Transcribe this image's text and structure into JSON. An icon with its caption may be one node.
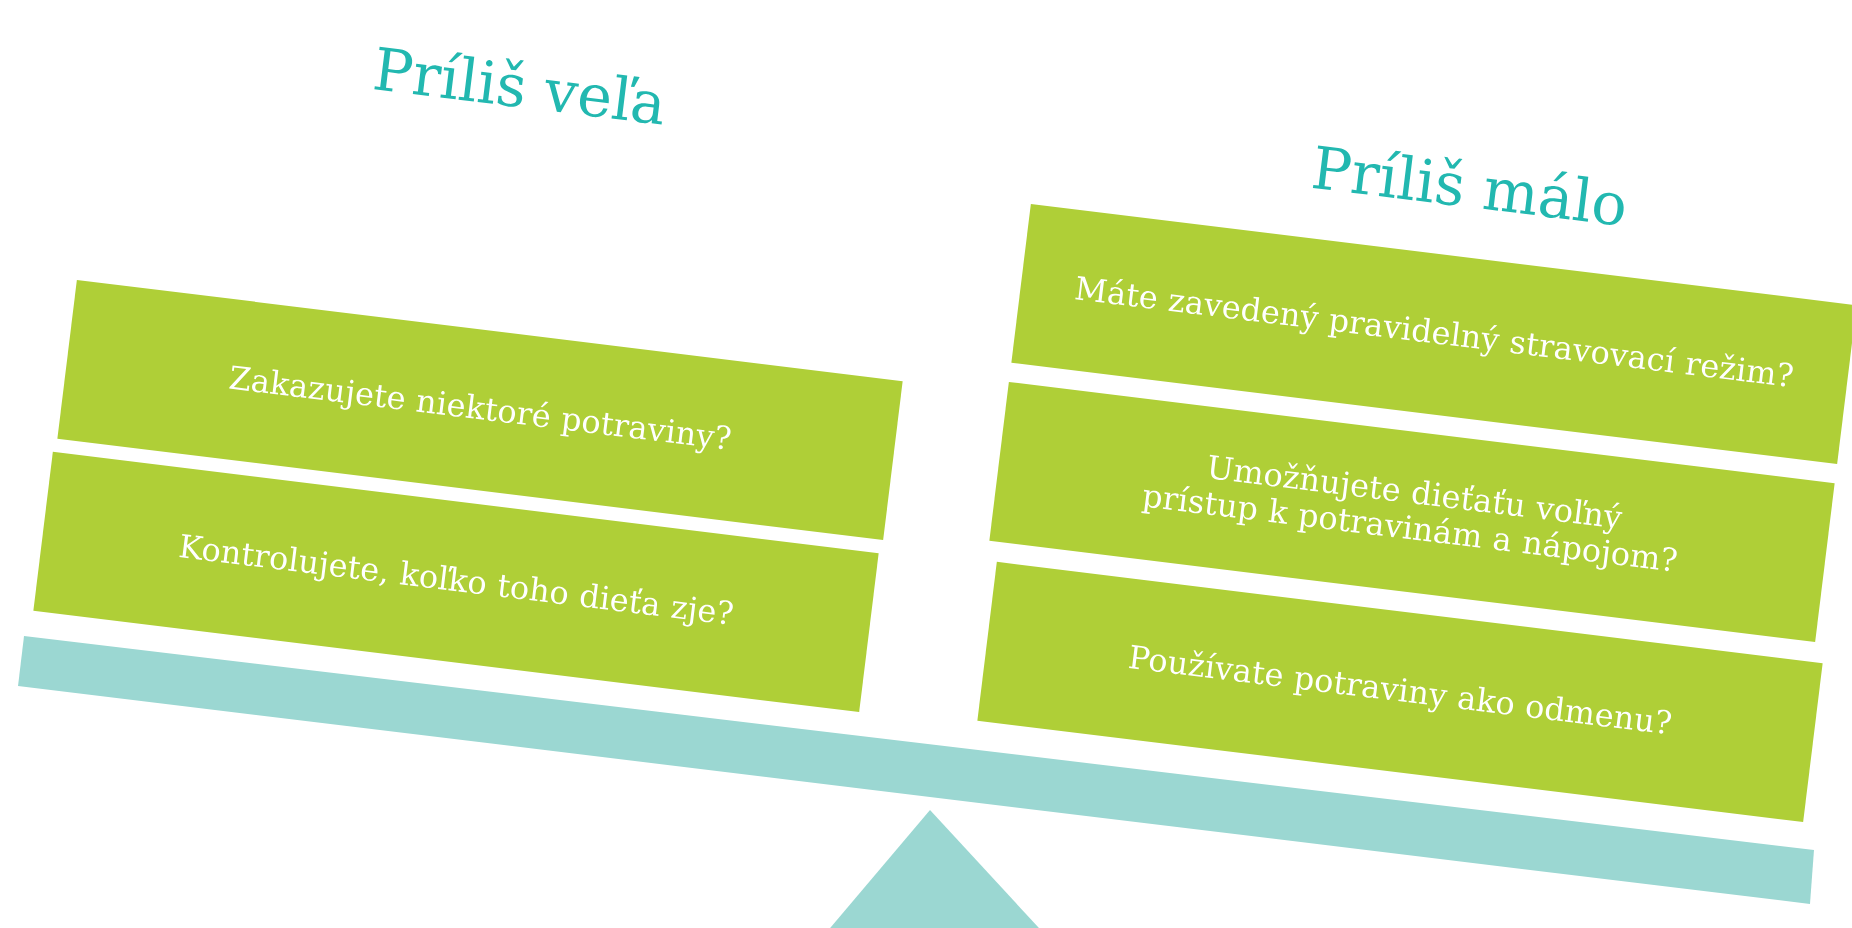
{
  "diagram": {
    "nodes": [
      {
        "text": [
          "Zakazujete niektoré potraviny?"
        ]
      },
      {
        "text": [
          "Kontrolujete, koľko toho dieťa zje?"
        ]
      },
      {
        "text": [
          "Máte zavedený pravidelný stravovací režim?"
        ]
      },
      {
        "text": [
          "Umožňujete dieťaťu voľný prístup k potravinám a nápojom?"
        ]
      },
      {
        "text": [
          "Používate potraviny ako odmenu?"
        ]
      }
    ],
    "labels": [
      "Príliš veľa",
      "Príliš málo"
    ]
  }
}
